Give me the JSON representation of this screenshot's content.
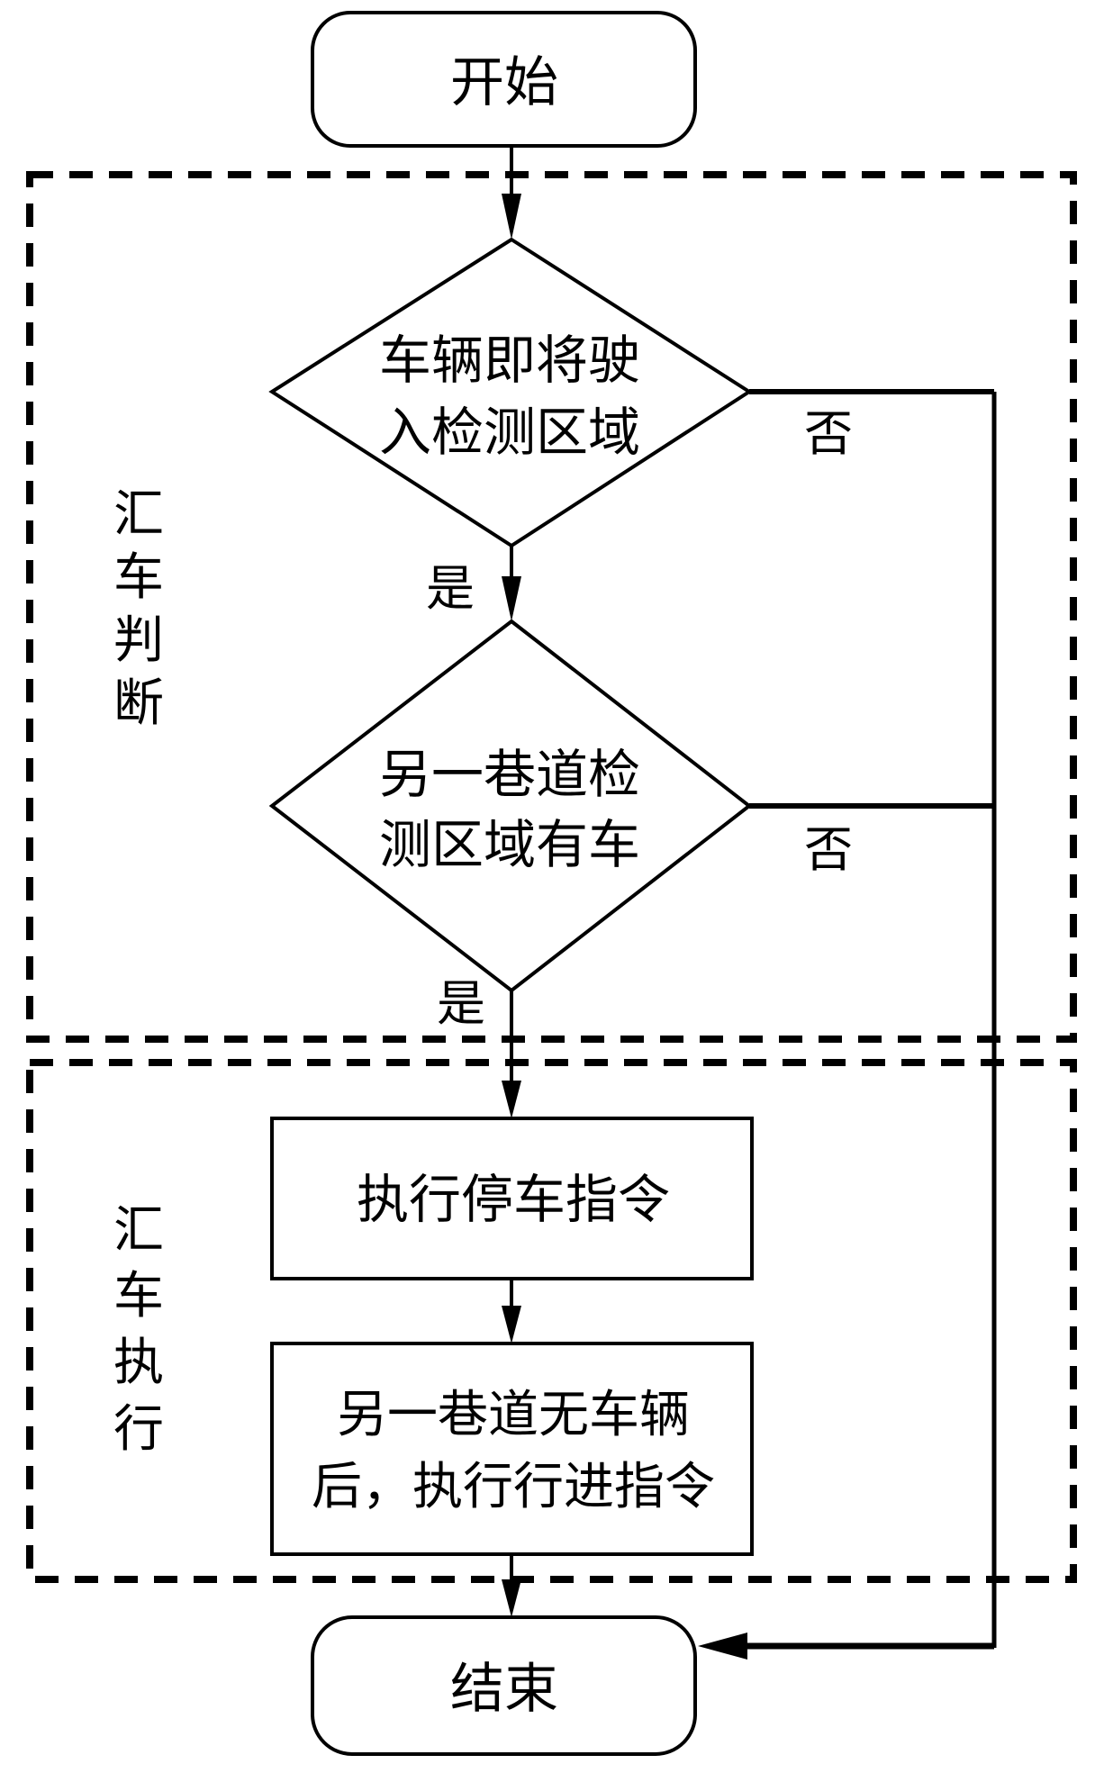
{
  "diagram": {
    "type": "flowchart",
    "colors": {
      "stroke": "#000000",
      "background": "#ffffff"
    },
    "nodes": {
      "start": {
        "label": "开始"
      },
      "decision1": {
        "line1": "车辆即将驶",
        "line2": "入检测区域"
      },
      "decision2": {
        "line1": "另一巷道检",
        "line2": "测区域有车"
      },
      "process1": {
        "label": "执行停车指令"
      },
      "process2": {
        "line1": "另一巷道无车辆",
        "line2": "后，执行行进指令"
      },
      "end": {
        "label": "结束"
      }
    },
    "edges": {
      "d1_yes": "是",
      "d1_no": "否",
      "d2_yes": "是",
      "d2_no": "否"
    },
    "groups": {
      "judge": {
        "c1": "汇",
        "c2": "车",
        "c3": "判",
        "c4": "断"
      },
      "execute": {
        "c1": "汇",
        "c2": "车",
        "c3": "执",
        "c4": "行"
      }
    }
  }
}
